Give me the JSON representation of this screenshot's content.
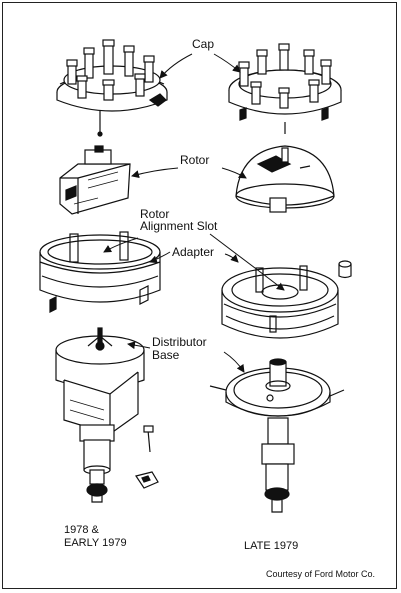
{
  "labels": {
    "cap": "Cap",
    "rotor": "Rotor",
    "rotor_slot_line1": "Rotor",
    "rotor_slot_line2": "Alignment Slot",
    "adapter": "Adapter",
    "base_line1": "Distributor",
    "base_line2": "Base"
  },
  "captions": {
    "left_line1": "1978 &",
    "left_line2": "EARLY 1979",
    "right": "LATE 1979"
  },
  "credit": "Courtesy of Ford Motor Co."
}
